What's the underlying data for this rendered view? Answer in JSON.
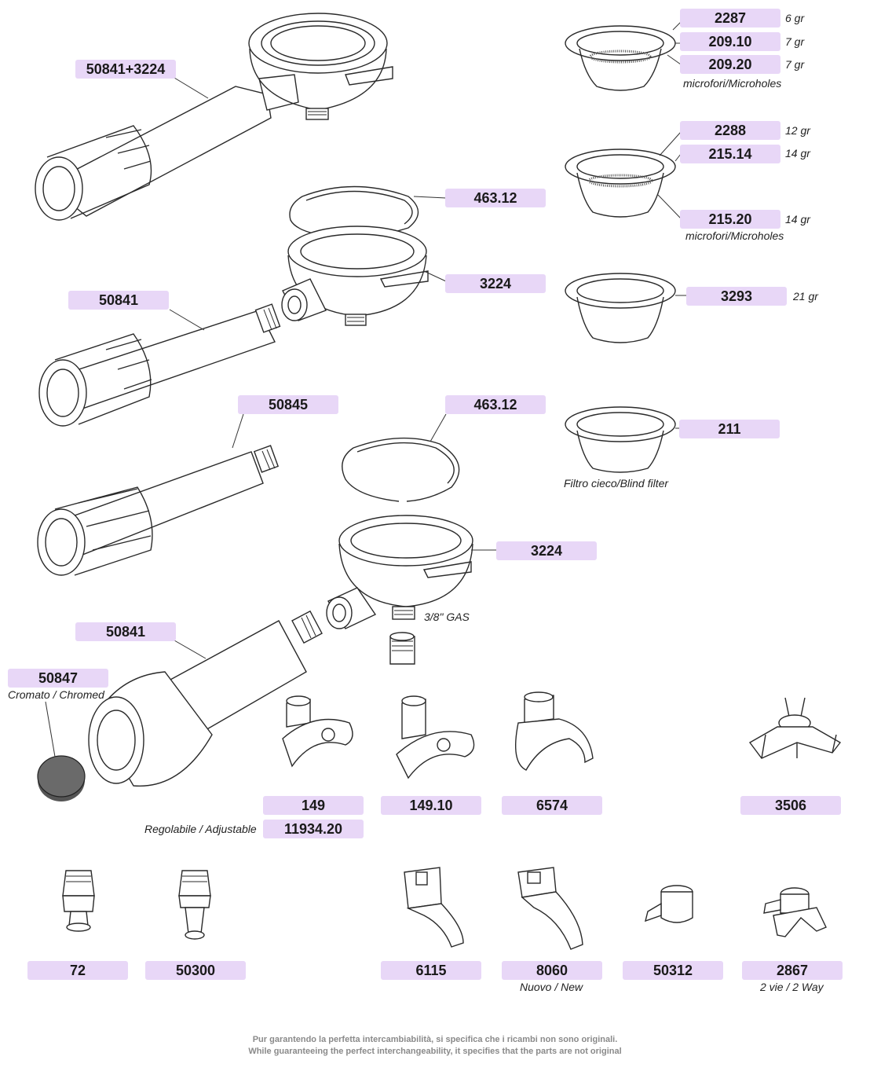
{
  "labels": {
    "p_50841_3224": "50841+3224",
    "p_2287": "2287",
    "p_209_10": "209.10",
    "p_209_20": "209.20",
    "p_2288": "2288",
    "p_215_14": "215.14",
    "p_215_20": "215.20",
    "p_463_12_a": "463.12",
    "p_3224_a": "3224",
    "p_50841_a": "50841",
    "p_3293": "3293",
    "p_50845": "50845",
    "p_463_12_b": "463.12",
    "p_211": "211",
    "p_3224_b": "3224",
    "p_50841_b": "50841",
    "p_50847": "50847",
    "p_149": "149",
    "p_149_10": "149.10",
    "p_6574": "6574",
    "p_3506": "3506",
    "p_11934_20": "11934.20",
    "p_72": "72",
    "p_50300": "50300",
    "p_6115": "6115",
    "p_8060": "8060",
    "p_50312": "50312",
    "p_2867": "2867"
  },
  "notes": {
    "w_6gr": "6 gr",
    "w_7gr_a": "7 gr",
    "w_7gr_b": "7 gr",
    "microholes_a": "microfori/Microholes",
    "w_12gr": "12 gr",
    "w_14gr_a": "14 gr",
    "w_14gr_b": "14 gr",
    "microholes_b": "microfori/Microholes",
    "w_21gr": "21 gr",
    "blind_filter": "Filtro cieco/Blind filter",
    "gas": "3/8\" GAS",
    "chromed": "Cromato / Chromed",
    "adjustable": "Regolabile / Adjustable",
    "new": "Nuovo / New",
    "two_way": "2 vie / 2 Way"
  },
  "footer": {
    "line_it": "Pur garantendo la perfetta intercambiabilità, si specifica che i ricambi non sono originali.",
    "line_en": "While guaranteeing the perfect interchangeability, it specifies that the parts are not original"
  },
  "colors": {
    "label_bg": "#e8d7f7",
    "line": "#2a2a2a",
    "footer_text": "#8a8a8a"
  }
}
